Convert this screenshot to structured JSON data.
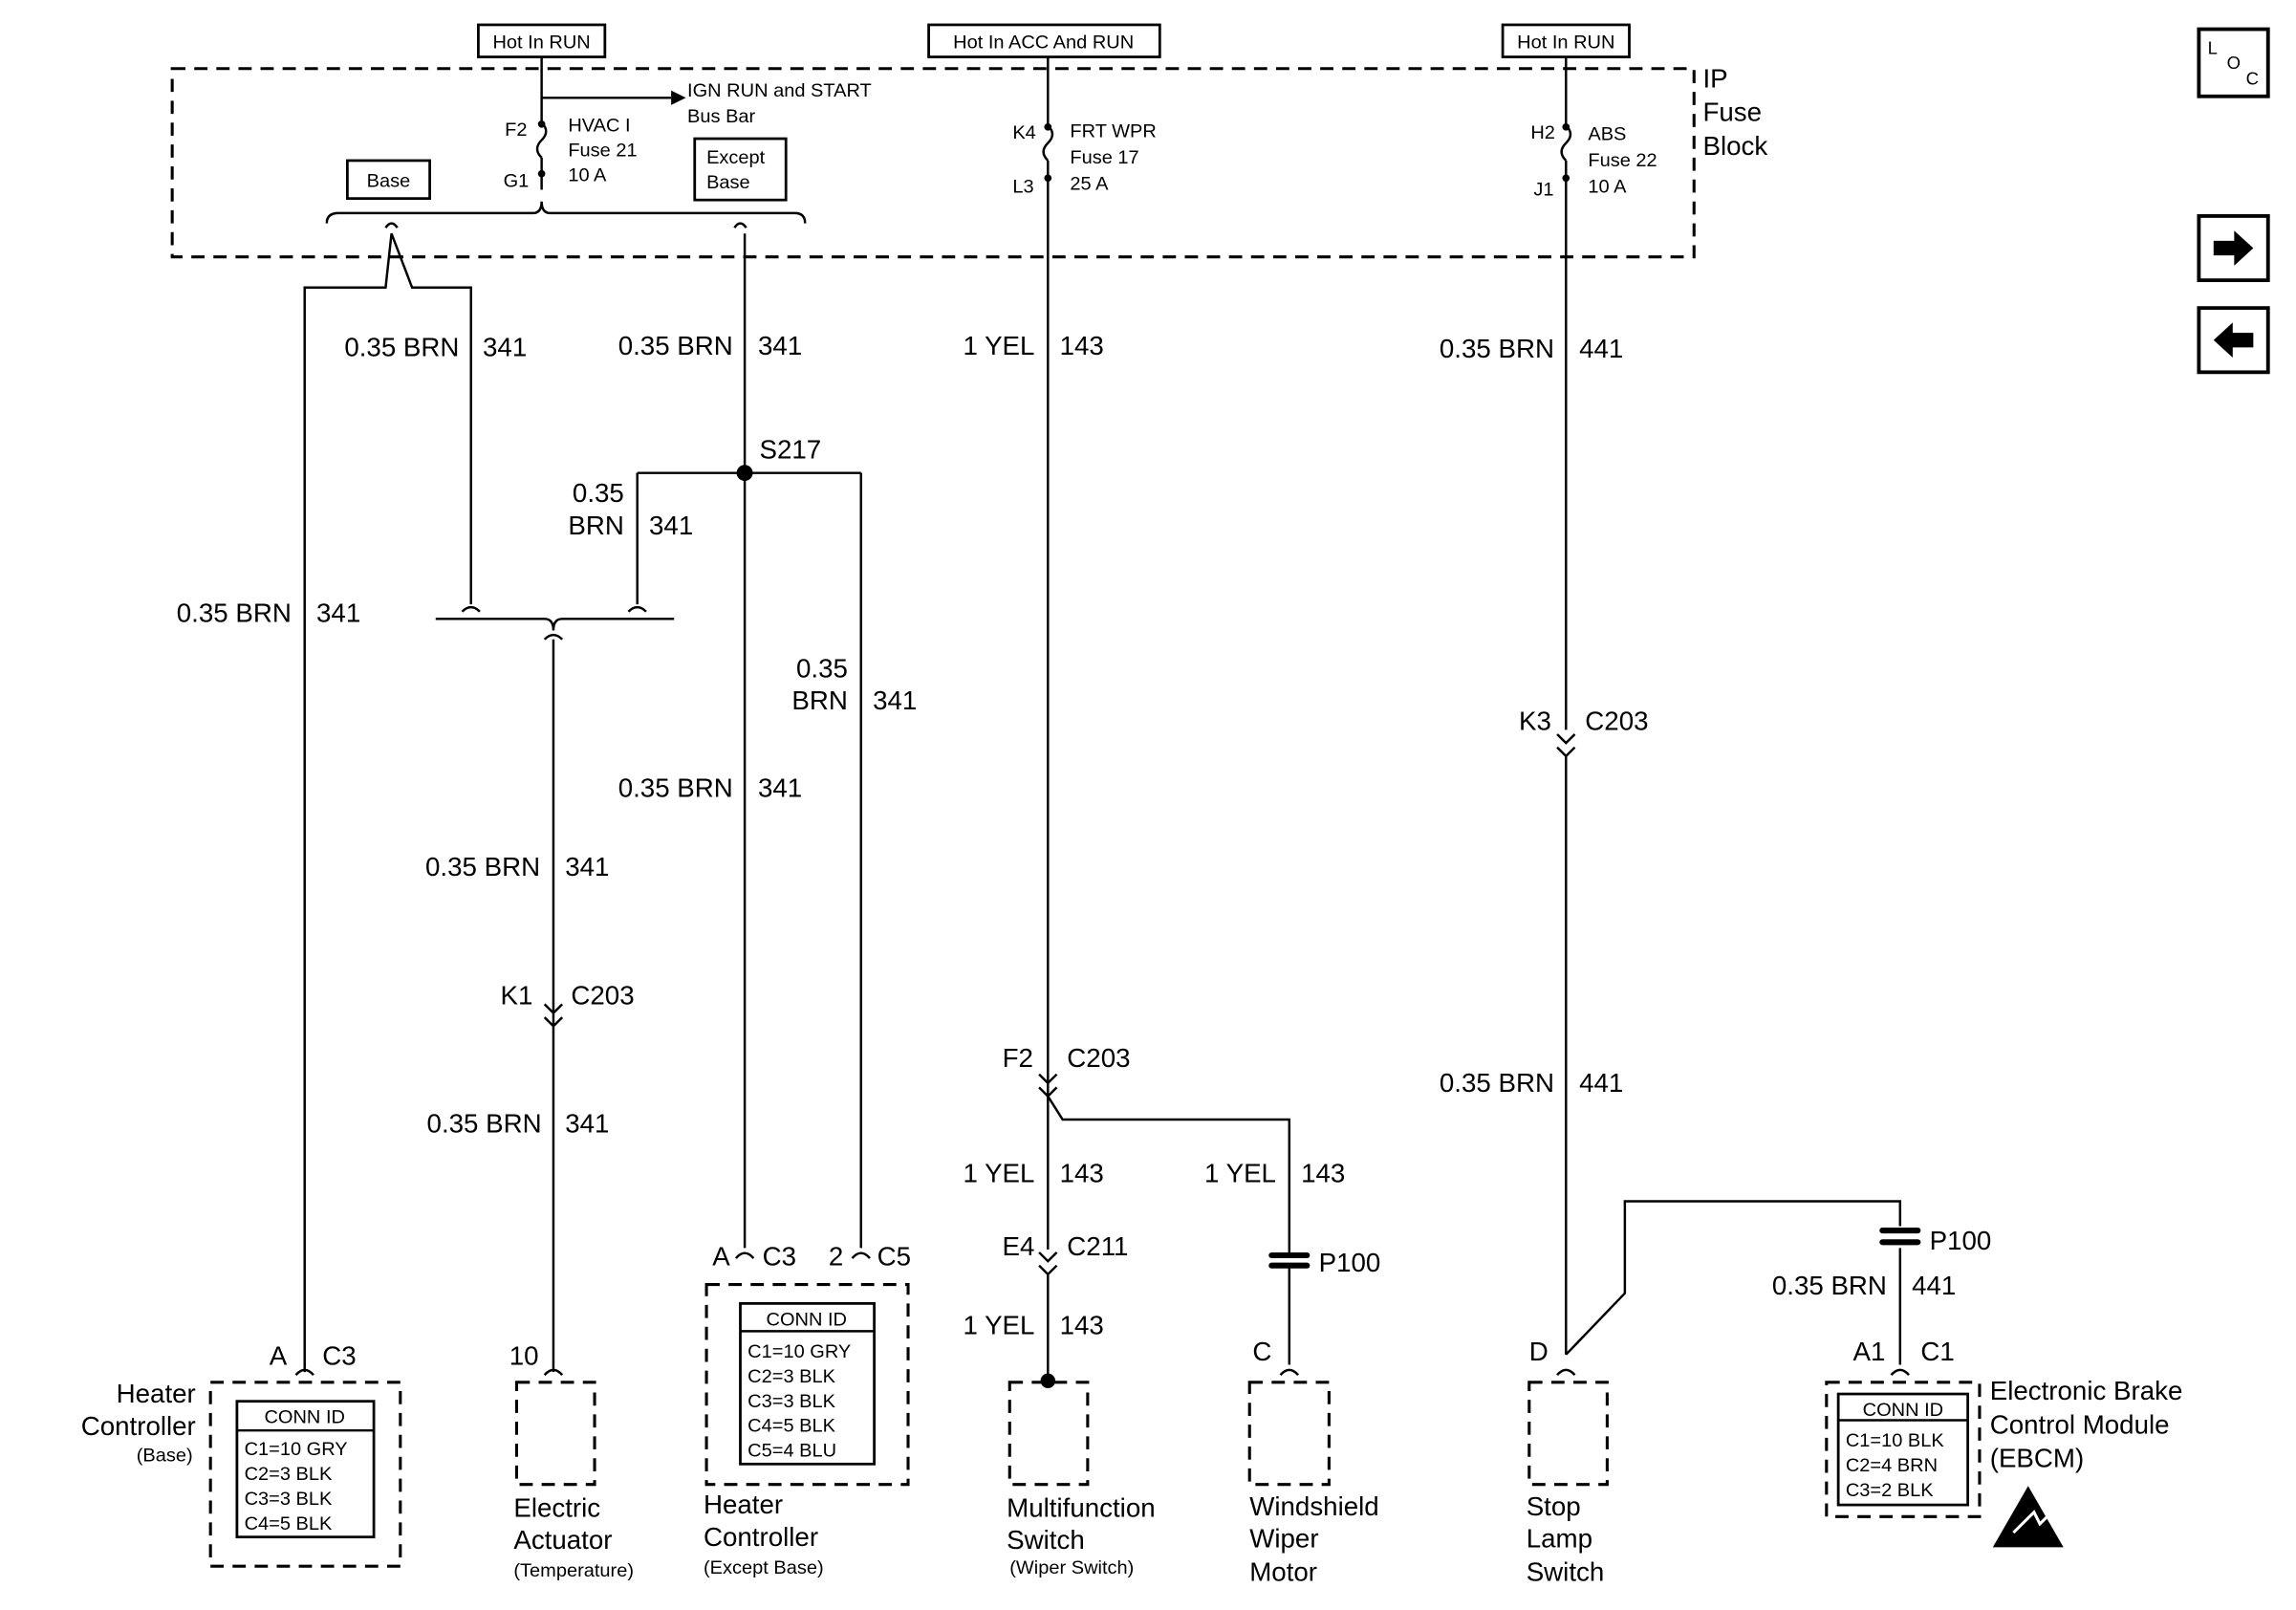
{
  "power": {
    "hot1": "Hot In RUN",
    "hot2": "Hot In ACC And RUN",
    "hot3": "Hot In RUN"
  },
  "fuse_block": {
    "title_line1": "IP",
    "title_line2": "Fuse",
    "title_line3": "Block",
    "busbar_line1": "IGN RUN and START",
    "busbar_line2": "Bus Bar",
    "base_label": "Base",
    "except_base_line1": "Except",
    "except_base_line2": "Base",
    "fuse21": {
      "in": "F2",
      "out": "G1",
      "name": "HVAC I",
      "fuse": "Fuse 21",
      "amps": "10 A"
    },
    "fuse17": {
      "in": "K4",
      "out": "L3",
      "name": "FRT WPR",
      "fuse": "Fuse 17",
      "amps": "25 A"
    },
    "fuse22": {
      "in": "H2",
      "out": "J1",
      "name": "ABS",
      "fuse": "Fuse 22",
      "amps": "10 A"
    }
  },
  "wires": {
    "w1": {
      "color": "0.35 BRN",
      "circuit": "341"
    },
    "w2": {
      "color": "0.35 BRN",
      "circuit": "341"
    },
    "w3": {
      "color": "1 YEL",
      "circuit": "143"
    },
    "w4": {
      "color": "0.35 BRN",
      "circuit": "441"
    },
    "w5_line1": "0.35",
    "w5_line2": "BRN",
    "w5_circuit": "341",
    "w6": {
      "color": "0.35 BRN",
      "circuit": "341"
    },
    "w7_line1": "0.35",
    "w7_line2": "BRN",
    "w7_circuit": "341",
    "w8": {
      "color": "0.35 BRN",
      "circuit": "341"
    },
    "w9": {
      "color": "0.35 BRN",
      "circuit": "341"
    },
    "w10": {
      "color": "0.35 BRN",
      "circuit": "341"
    },
    "w11": {
      "color": "1 YEL",
      "circuit": "143"
    },
    "w12": {
      "color": "1 YEL",
      "circuit": "143"
    },
    "w13": {
      "color": "1 YEL",
      "circuit": "143"
    },
    "w14": {
      "color": "0.35 BRN",
      "circuit": "441"
    },
    "w15": {
      "color": "0.35 BRN",
      "circuit": "441"
    }
  },
  "splice": "S217",
  "connectors": {
    "k3": {
      "pin": "K3",
      "conn": "C203"
    },
    "k1": {
      "pin": "K1",
      "conn": "C203"
    },
    "f2": {
      "pin": "F2",
      "conn": "C203"
    },
    "e4": {
      "pin": "E4",
      "conn": "C211"
    },
    "p100a": "P100",
    "p100b": "P100"
  },
  "components": {
    "heater_base": {
      "pin": "A",
      "conn": "C3",
      "name_line1": "Heater",
      "name_line2": "Controller",
      "sub": "(Base)",
      "conn_id": [
        "CONN ID",
        "C1=10 GRY",
        "C2=3 BLK",
        "C3=3 BLK",
        "C4=5 BLK"
      ]
    },
    "actuator": {
      "pin": "10",
      "name_line1": "Electric",
      "name_line2": "Actuator",
      "sub": "(Temperature)"
    },
    "heater_except": {
      "pin_a": "A",
      "conn_a": "C3",
      "pin_b": "2",
      "conn_b": "C5",
      "name_line1": "Heater",
      "name_line2": "Controller",
      "sub": "(Except Base)",
      "conn_id": [
        "CONN ID",
        "C1=10 GRY",
        "C2=3 BLK",
        "C3=3 BLK",
        "C4=5 BLK",
        "C5=4 BLU"
      ]
    },
    "multifunction": {
      "name_line1": "Multifunction",
      "name_line2": "Switch",
      "sub": "(Wiper Switch)"
    },
    "wiper": {
      "pin": "C",
      "name_line1": "Windshield",
      "name_line2": "Wiper",
      "name_line3": "Motor"
    },
    "stop_lamp": {
      "pin": "D",
      "name_line1": "Stop",
      "name_line2": "Lamp",
      "name_line3": "Switch"
    },
    "ebcm": {
      "pin": "A1",
      "conn": "C1",
      "name_line1": "Electronic Brake",
      "name_line2": "Control Module",
      "name_line3": "(EBCM)",
      "conn_id": [
        "CONN ID",
        "C1=10 BLK",
        "C2=4 BRN",
        "C3=2 BLK"
      ]
    }
  },
  "nav": {
    "loc_l": "L",
    "loc_o": "O",
    "loc_c": "C"
  }
}
